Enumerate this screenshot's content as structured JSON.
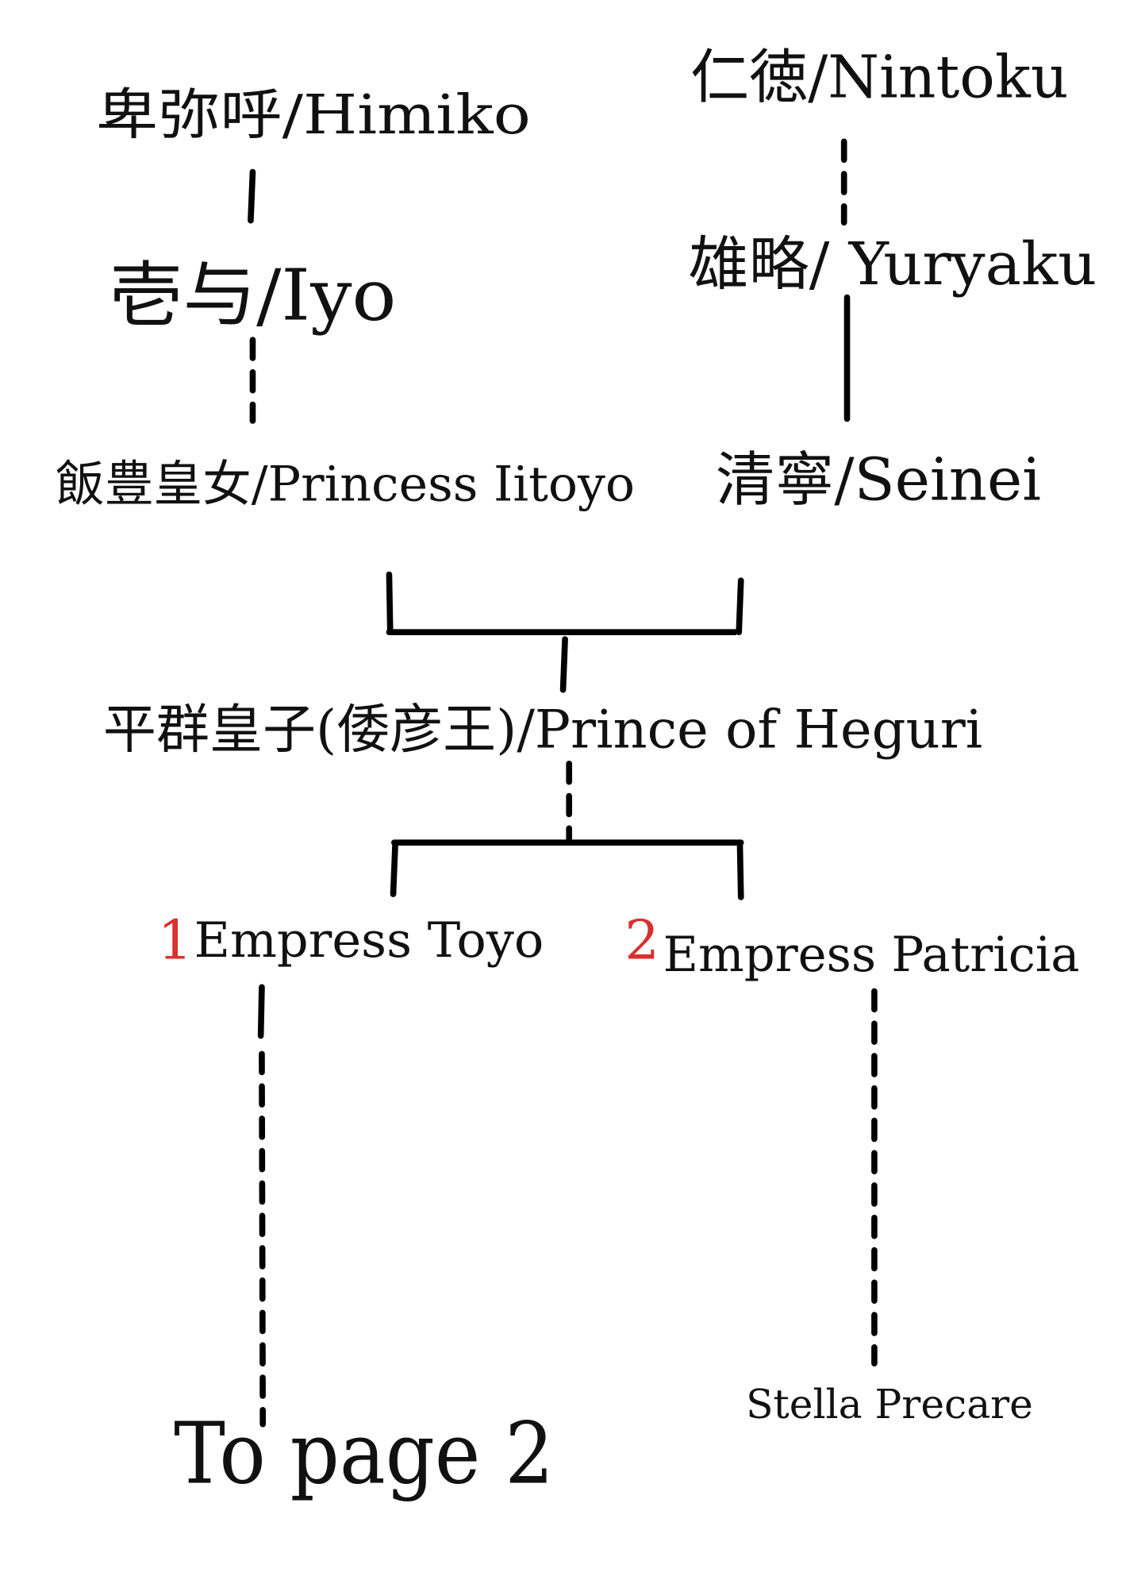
{
  "nodes": {
    "himiko": "卑弥呼/Himiko",
    "iyo": "壱与/Iyo",
    "iitoyo": "飯豊皇女/Princess Iitoyo",
    "nintoku": "仁徳/Nintoku",
    "yuryaku": "雄略/ Yuryaku",
    "seinei": "清寧/Seinei",
    "heguri": "平群皇子(倭彦王)/Prince of Heguri",
    "toyo_number": "1",
    "toyo": "Empress Toyo",
    "patricia_number": "2",
    "patricia": "Empress Patricia",
    "stella": "Stella Precare",
    "to_page": "To page 2"
  },
  "colors": {
    "number_accent": "#d8312f",
    "line": "#000000"
  }
}
